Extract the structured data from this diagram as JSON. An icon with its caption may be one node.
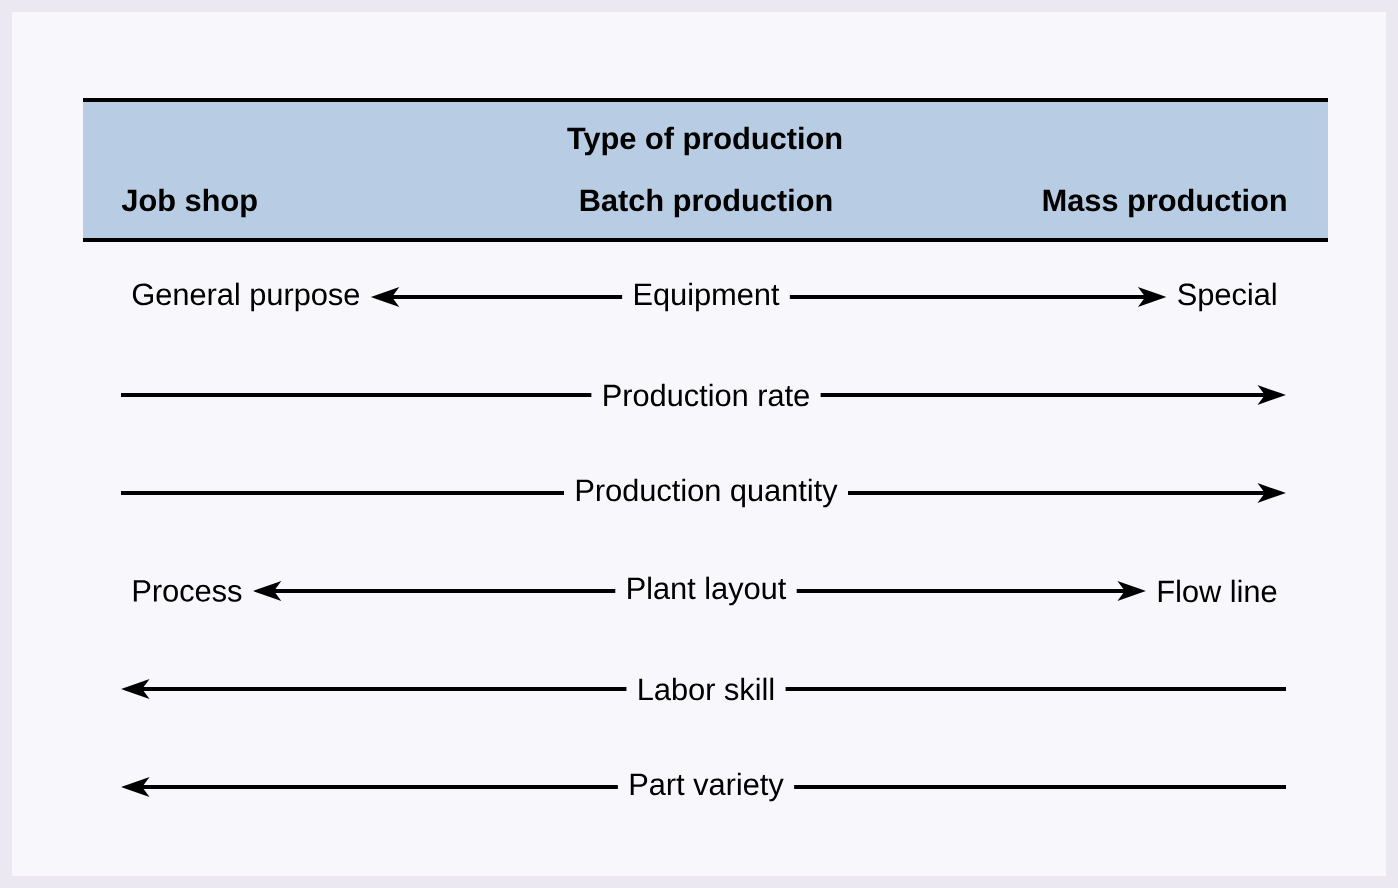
{
  "diagram": {
    "nodes": [
      {
        "text": [
          "Type of production",
          "Job shop",
          "Batch production",
          "Mass production"
        ]
      },
      {
        "text": [
          "General purpose"
        ]
      },
      {
        "text": [
          "Equipment"
        ]
      },
      {
        "text": [
          "Special"
        ]
      },
      {
        "text": [
          "Production rate"
        ]
      },
      {
        "text": [
          "Production quantity"
        ]
      },
      {
        "text": [
          "Process"
        ]
      },
      {
        "text": [
          "Plant layout"
        ]
      },
      {
        "text": [
          "Flow line"
        ]
      },
      {
        "text": [
          "Labor skill"
        ]
      },
      {
        "text": [
          "Part variety"
        ]
      }
    ],
    "edges": [
      {
        "from": 2,
        "to": 1,
        "arrow": "to"
      },
      {
        "from": 2,
        "to": 3,
        "arrow": "to"
      },
      {
        "from": 4,
        "to": null,
        "arrow": "none"
      },
      {
        "from": 4,
        "to": null,
        "arrow": "to"
      },
      {
        "from": 5,
        "to": null,
        "arrow": "none"
      },
      {
        "from": 5,
        "to": null,
        "arrow": "to"
      },
      {
        "from": 7,
        "to": 6,
        "arrow": "to"
      },
      {
        "from": 7,
        "to": 8,
        "arrow": "to"
      },
      {
        "from": 9,
        "to": null,
        "arrow": "to"
      },
      {
        "from": 9,
        "to": null,
        "arrow": "none"
      },
      {
        "from": 10,
        "to": null,
        "arrow": "to"
      },
      {
        "from": 10,
        "to": null,
        "arrow": "none"
      }
    ]
  }
}
